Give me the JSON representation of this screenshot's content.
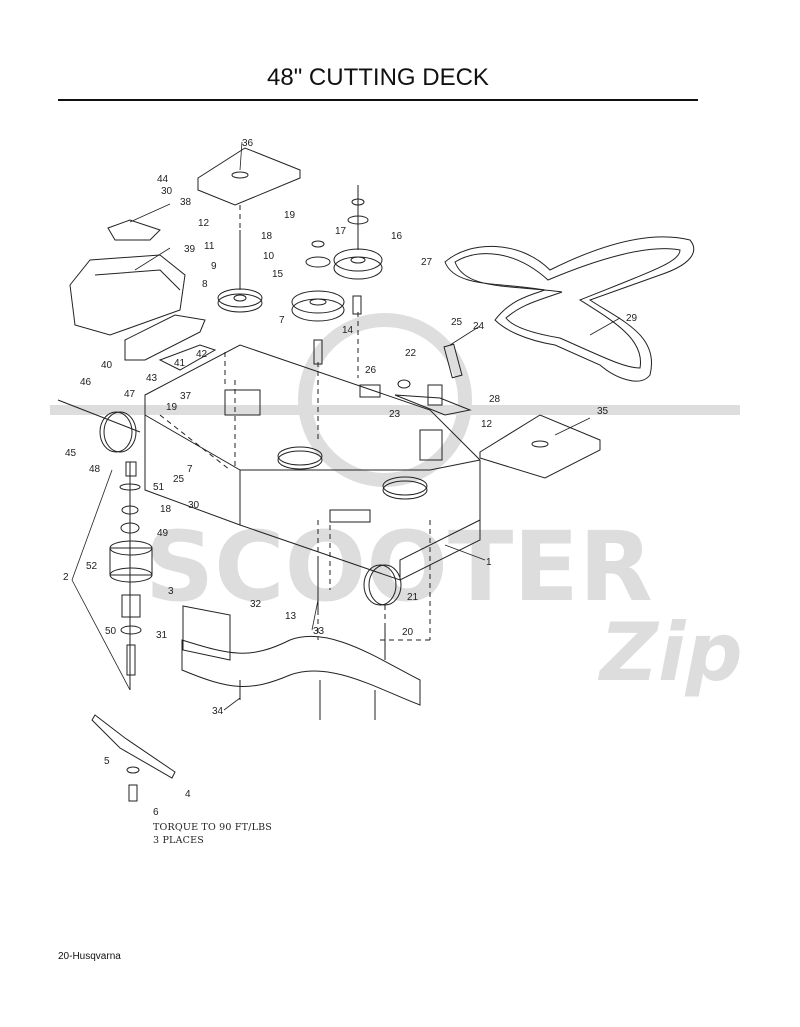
{
  "page": {
    "title": "48\" CUTTING DECK",
    "footer": "20-Husqvarna"
  },
  "notes": [
    "TORQUE TO 90 FT/LBS",
    "3 PLACES"
  ],
  "watermark": {
    "text": "SCOOTER",
    "script": "Zip"
  },
  "callouts": [
    "1",
    "2",
    "3",
    "4",
    "5",
    "6",
    "7",
    "7",
    "8",
    "9",
    "10",
    "11",
    "12",
    "12",
    "13",
    "14",
    "15",
    "16",
    "17",
    "18",
    "18",
    "19",
    "19",
    "20",
    "21",
    "22",
    "23",
    "24",
    "25",
    "25",
    "26",
    "27",
    "28",
    "29",
    "30",
    "30",
    "31",
    "32",
    "33",
    "34",
    "35",
    "36",
    "37",
    "38",
    "39",
    "40",
    "41",
    "42",
    "43",
    "44",
    "45",
    "46",
    "47",
    "48",
    "49",
    "50",
    "51",
    "52"
  ]
}
